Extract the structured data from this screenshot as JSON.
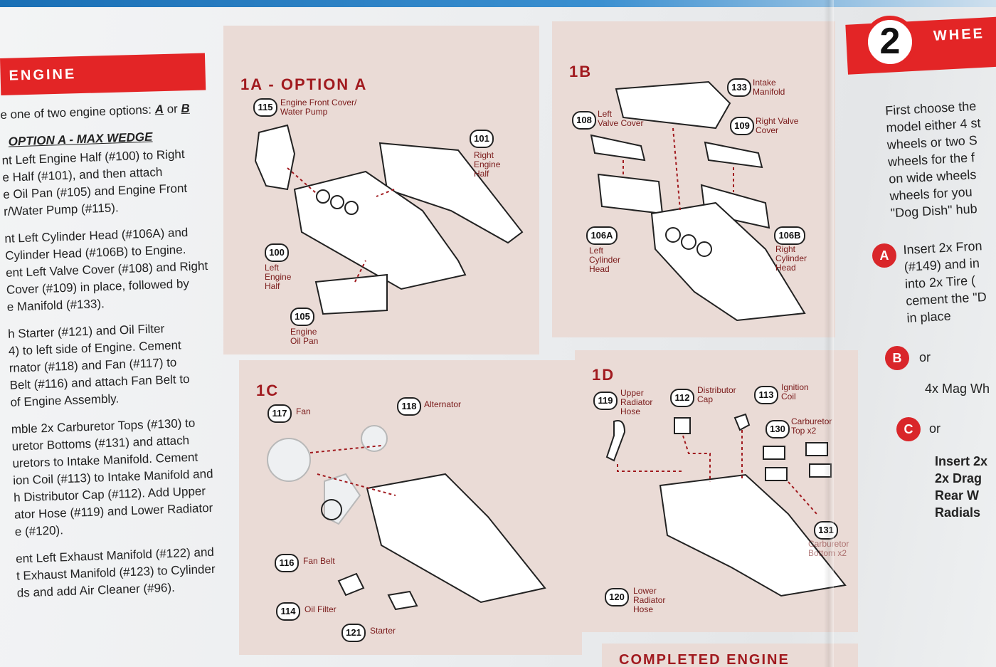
{
  "colors": {
    "accent_red": "#e32526",
    "panel_bg": "#eadbd6",
    "title_red": "#a11a1f"
  },
  "section": {
    "title": "ENGINE"
  },
  "instructions": [
    {
      "text": "e one of two engine options: ",
      "a": "A",
      "or": " or ",
      "b": "B"
    },
    {
      "heading": "OPTION A - MAX WEDGE"
    },
    {
      "text": "nt Left Engine Half (#100) to Right\ne Half (#101), and then attach\ne Oil Pan (#105) and Engine Front\nr/Water Pump (#115)."
    },
    {
      "text": "nt Left Cylinder Head (#106A) and\nCylinder Head (#106B) to Engine.\nent Left Valve Cover (#108) and Right\nCover (#109) in place, followed by\ne Manifold (#133)."
    },
    {
      "text": "h Starter (#121) and Oil Filter\n4) to left side of Engine. Cement\nrnator (#118) and Fan (#117) to\nBelt (#116) and attach Fan Belt to\nof Engine Assembly."
    },
    {
      "text": "mble 2x Carburetor Tops (#130) to\nuretor Bottoms (#131) and attach\nuretors to Intake Manifold. Cement\nion Coil (#113) to Intake Manifold and\nh Distributor Cap (#112). Add Upper\nator Hose (#119) and Lower Radiator\ne (#120)."
    },
    {
      "text": "ent Left Exhaust Manifold (#122) and\nt Exhaust Manifold (#123) to Cylinder\nds and add Air Cleaner (#96)."
    }
  ],
  "panels": {
    "p1a": {
      "title": "1A - OPTION A",
      "parts": [
        {
          "num": "115",
          "label": "Engine Front Cover/\nWater Pump"
        },
        {
          "num": "101",
          "label": "Right\nEngine\nHalf"
        },
        {
          "num": "100",
          "label": "Left\nEngine\nHalf"
        },
        {
          "num": "105",
          "label": "Engine\nOil Pan"
        }
      ]
    },
    "p1b": {
      "title": "1B",
      "parts": [
        {
          "num": "133",
          "label": "Intake\nManifold"
        },
        {
          "num": "108",
          "label": "Left\nValve Cover"
        },
        {
          "num": "109",
          "label": "Right Valve\nCover"
        },
        {
          "num": "106A",
          "label": "Left\nCylinder\nHead"
        },
        {
          "num": "106B",
          "label": "Right\nCylinder\nHead"
        }
      ]
    },
    "p1c": {
      "title": "1C",
      "parts": [
        {
          "num": "117",
          "label": "Fan"
        },
        {
          "num": "118",
          "label": "Alternator"
        },
        {
          "num": "116",
          "label": "Fan Belt"
        },
        {
          "num": "114",
          "label": "Oil Filter"
        },
        {
          "num": "121",
          "label": "Starter"
        }
      ]
    },
    "p1d": {
      "title": "1D",
      "parts": [
        {
          "num": "119",
          "label": "Upper\nRadiator\nHose"
        },
        {
          "num": "112",
          "label": "Distributor\nCap"
        },
        {
          "num": "113",
          "label": "Ignition\nCoil"
        },
        {
          "num": "130",
          "label": "Carburetor\nTop x2"
        },
        {
          "num": "131",
          "label": "Carburetor\nBottom x2"
        },
        {
          "num": "120",
          "label": "Lower\nRadiator\nHose"
        }
      ]
    },
    "completed": {
      "title": "COMPLETED ENGINE"
    }
  },
  "step2": {
    "number": "2",
    "title": "WHEE",
    "intro": "First choose the\nmodel either 4 st\nwheels or two S\nwheels for the f\non wide wheels\nwheels for you\n\"Dog Dish\" hub",
    "a_badge": "A",
    "a_text": "Insert 2x Fron\n(#149) and in\ninto 2x Tire (\ncement the \"D\nin place",
    "b_badge": "B",
    "b_text": "or",
    "b_sub": "4x Mag Wh",
    "c_badge": "C",
    "c_text": "or",
    "c_sub": "Insert 2x\n2x Drag\nRear W\nRadials"
  }
}
